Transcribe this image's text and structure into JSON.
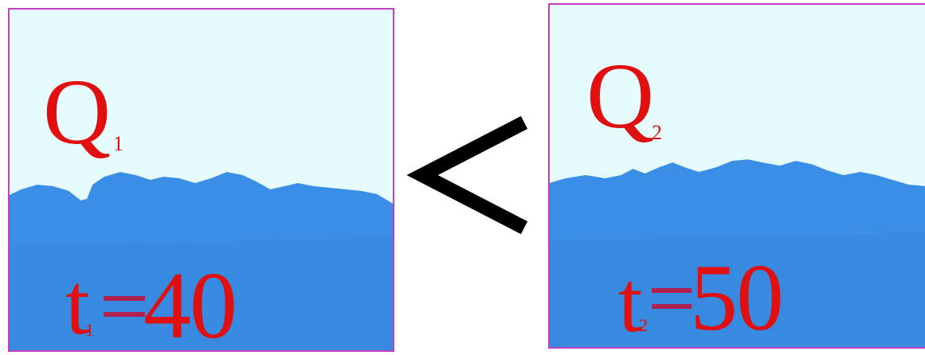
{
  "left_panel": {
    "quantity_symbol": "Q",
    "quantity_subscript": "1",
    "time_symbol": "t",
    "time_subscript": "1",
    "time_value": "40"
  },
  "comparison_symbol": "<",
  "right_panel": {
    "quantity_symbol": "Q",
    "quantity_subscript": "2",
    "time_symbol": "t",
    "time_subscript": "2",
    "time_value": "50"
  },
  "colors": {
    "sky": "#e6fbfb",
    "water": "#3b8ee6",
    "text": "#e01010",
    "frame": "#c040c0",
    "sign": "#000000"
  }
}
